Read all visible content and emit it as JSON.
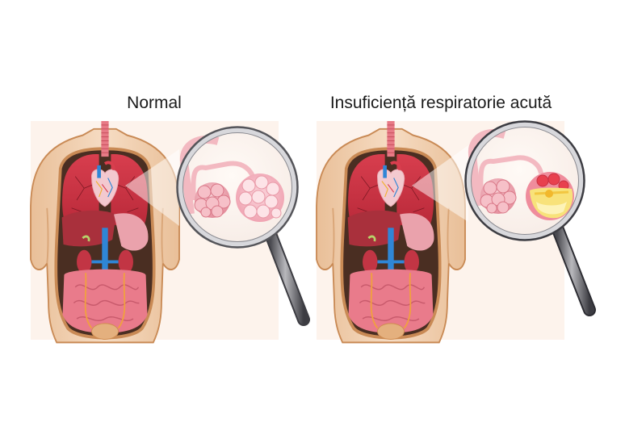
{
  "figure": {
    "panels": [
      {
        "id": "normal",
        "title": "Normal",
        "magnified_view": "healthy alveoli",
        "alveolus_fill": "#f6c2cb"
      },
      {
        "id": "ards",
        "title": "Insuficiență respiratorie acută",
        "magnified_view": "fluid-filled alveolus",
        "alveolus_fill": "#f8e27a"
      }
    ],
    "colors": {
      "background": "#ffffff",
      "panel_bg": "#fdf3ec",
      "skin": "#f4d7bb",
      "skin_outline": "#c98a55",
      "cavity": "#4a2e22",
      "lung": "#c9303f",
      "organ_pink": "#e88a98",
      "vein_blue": "#2f86d6",
      "magnifier_rim": "#6b6b70",
      "fluid_yellow": "#f8e27a"
    }
  }
}
